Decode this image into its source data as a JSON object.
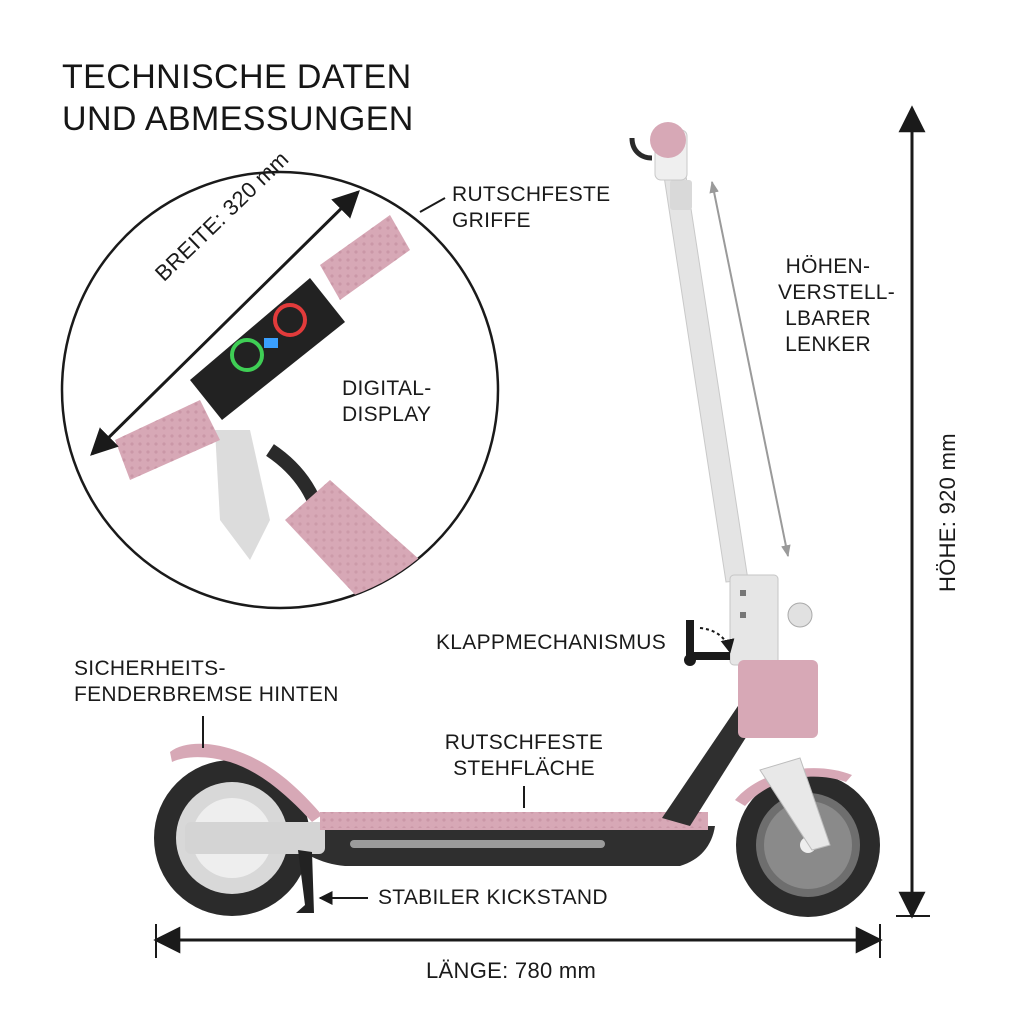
{
  "title": {
    "line1": "TECHNISCHE DATEN",
    "line2": "UND ABMESSUNGEN"
  },
  "labels": {
    "grips": {
      "line1": "RUTSCHFESTE",
      "line2": "GRIFFE"
    },
    "width": "BREITE: 320 mm",
    "display": {
      "line1": "DIGITAL-",
      "line2": "DISPLAY"
    },
    "handlebar_adjust": {
      "line1": "HÖHEN-",
      "line2": "VERSTELL-",
      "line3": "LBARER",
      "line4": "LENKER"
    },
    "height": "HÖHE: 920 mm",
    "folding": "KLAPPMECHANISMUS",
    "fender_brake": {
      "line1": "SICHERHEITS-",
      "line2": "FENDERBREMSE HINTEN"
    },
    "deck": {
      "line1": "RUTSCHFESTE",
      "line2": "STEHFLÄCHE"
    },
    "kickstand": "STABILER KICKSTAND",
    "length": "LÄNGE: 780 mm"
  },
  "colors": {
    "pink": "#d7a8b6",
    "pink_dark": "#c08d9c",
    "frame_light": "#e3e3e3",
    "black": "#2a2a2a",
    "display_green": "#3fce55",
    "display_red": "#e23b3b"
  },
  "icons": [
    "folding-mechanism-icon",
    "arrow-icon"
  ]
}
